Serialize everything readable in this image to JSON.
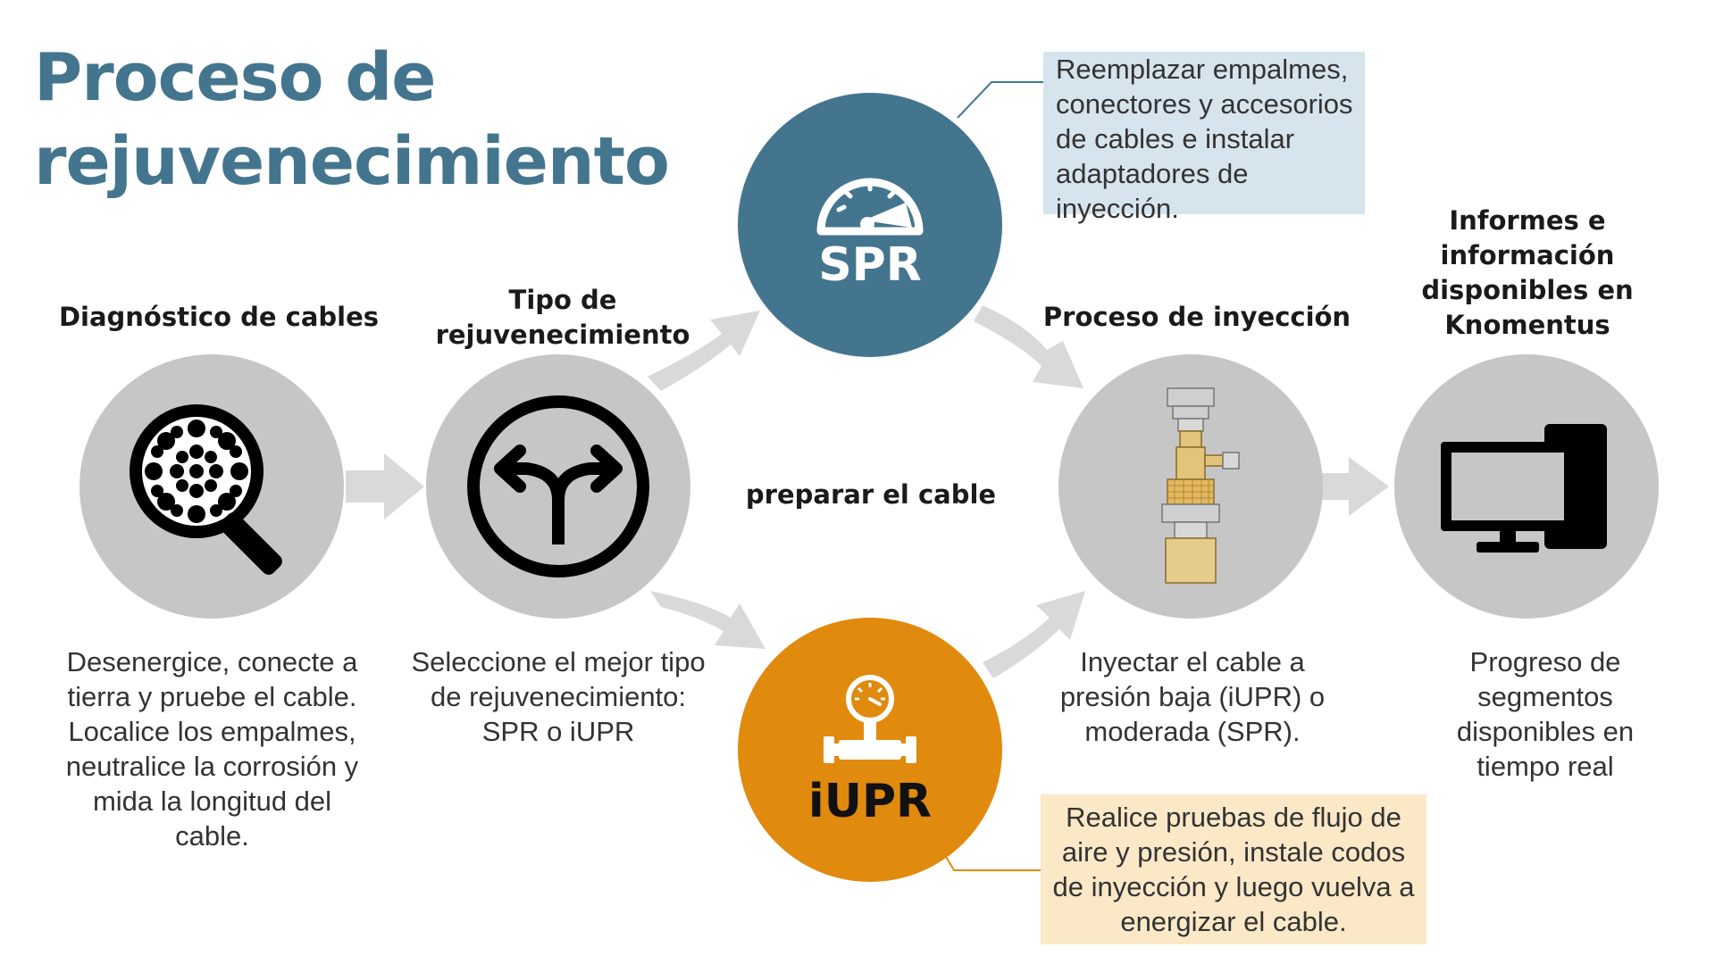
{
  "title": "Proceso de rejuvenecimiento",
  "colors": {
    "title": "#44758f",
    "spr": "#44758f",
    "iupr": "#e08a0e",
    "step_circle": "#c6c6c6",
    "arrow": "#d9d9d9",
    "spr_note_bg": "#d6e4ee",
    "iupr_note_bg": "#fbe8c7"
  },
  "steps": [
    {
      "heading": "Diagnóstico de cables",
      "icon": "magnifier-cable-icon",
      "description": "Desenergice, conecte a tierra y pruebe el cable. Localice los empalmes, neutralice la corrosión y mida la longitud del cable."
    },
    {
      "heading": "Tipo de rejuvenecimiento",
      "icon": "fork-arrows-icon",
      "description": "Seleccione el mejor tipo de rejuvenecimiento: SPR o iUPR"
    },
    {
      "heading": "Proceso de inyección",
      "icon": "injection-adapter-icon",
      "description": "Inyectar el cable a presión baja (iUPR) o moderada (SPR)."
    },
    {
      "heading": "Informes e información disponibles en Knomentus",
      "icon": "computer-monitor-icon",
      "description": "Progreso de segmentos disponibles en tiempo real"
    }
  ],
  "center_label": "preparar el cable",
  "branches": {
    "spr": {
      "label": "SPR",
      "icon": "speedometer-icon",
      "note": "Reemplazar empalmes, conectores y accesorios de cables e instalar adaptadores de inyección."
    },
    "iupr": {
      "label": "iUPR",
      "icon": "pressure-gauge-icon",
      "note": "Realice pruebas de flujo de aire y presión, instale codos de inyección y luego vuelva a energizar el cable."
    }
  }
}
